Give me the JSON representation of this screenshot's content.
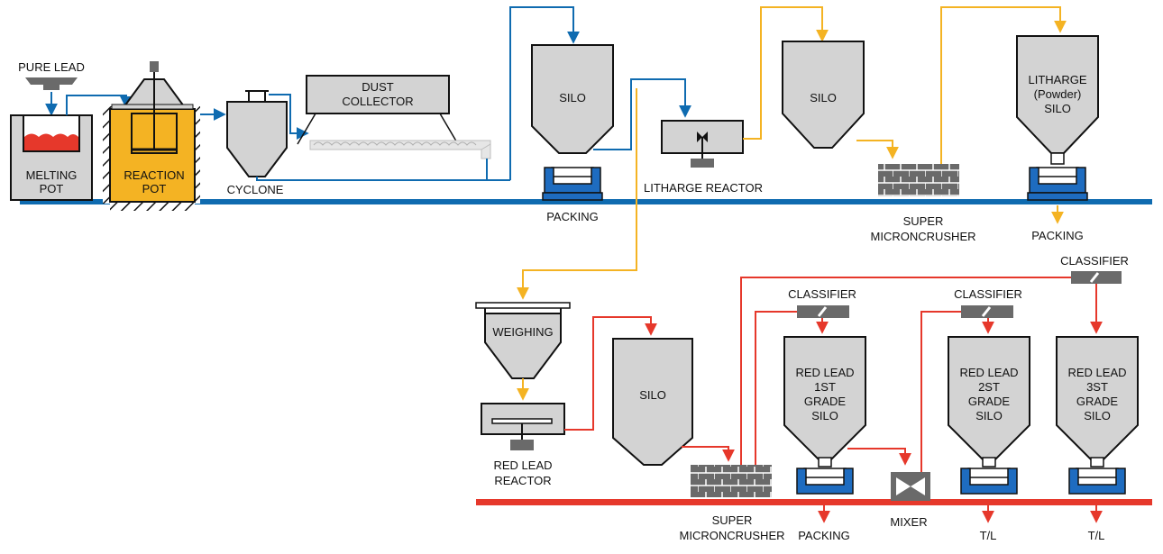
{
  "colors": {
    "blue_line": "#0f6bb0",
    "red_line": "#e6382b",
    "orange_line": "#f4b323",
    "equipment_fill": "#d3d3d3",
    "reaction_pot_fill": "#f4b323",
    "molten_lead": "#e6382b",
    "packing_base": "#1e6cc0",
    "dark_part": "#6a6a6a"
  },
  "labels": {
    "pure_lead": "PURE LEAD",
    "melting_pot_1": "MELTING",
    "melting_pot_2": "POT",
    "reaction_pot_1": "REACTION",
    "reaction_pot_2": "POT",
    "cyclone": "CYCLONE",
    "dust_collector_1": "DUST",
    "dust_collector_2": "COLLECTOR",
    "silo_1": "SILO",
    "packing_1": "PACKING",
    "litharge_reactor": "LITHARGE REACTOR",
    "silo_2": "SILO",
    "super_micro_1a": "SUPER",
    "super_micro_1b": "MICRONCRUSHER",
    "litharge_silo_1": "LITHARGE",
    "litharge_silo_2": "(Powder)",
    "litharge_silo_3": "SILO",
    "packing_2": "PACKING",
    "weighing": "WEIGHING",
    "red_lead_reactor_1": "RED LEAD",
    "red_lead_reactor_2": "REACTOR",
    "silo_3": "SILO",
    "super_micro_2a": "SUPER",
    "super_micro_2b": "MICRONCRUSHER",
    "classifier_1": "CLASSIFIER",
    "classifier_2": "CLASSIFIER",
    "classifier_3": "CLASSIFIER",
    "red_lead_1st_1": "RED LEAD",
    "red_lead_1st_2": "1ST",
    "red_lead_1st_3": "GRADE",
    "red_lead_1st_4": "SILO",
    "red_lead_2st_1": "RED LEAD",
    "red_lead_2st_2": "2ST",
    "red_lead_2st_3": "GRADE",
    "red_lead_2st_4": "SILO",
    "red_lead_3st_1": "RED LEAD",
    "red_lead_3st_2": "3ST",
    "red_lead_3st_3": "GRADE",
    "red_lead_3st_4": "SILO",
    "packing_3": "PACKING",
    "mixer": "MIXER",
    "tl_1": "T/L",
    "tl_2": "T/L"
  }
}
